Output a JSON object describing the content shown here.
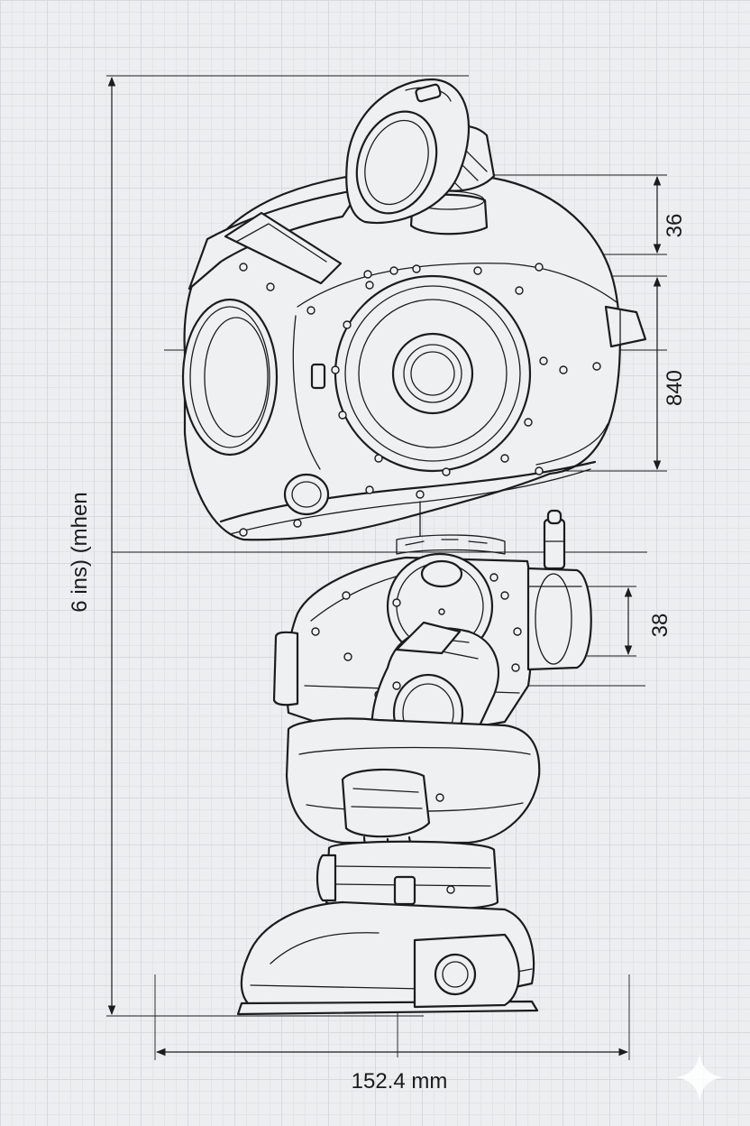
{
  "dimensions": {
    "overall_height": "6 ins) (mhen",
    "overall_width": "152.4 mm",
    "top_segment": "36",
    "head_segment": "840",
    "arm_segment": "38"
  },
  "colors": {
    "background": "#eceef0",
    "grid": "#d6dade",
    "line": "#1c1c1c"
  },
  "icons": {
    "watermark": "sparkle-icon"
  }
}
